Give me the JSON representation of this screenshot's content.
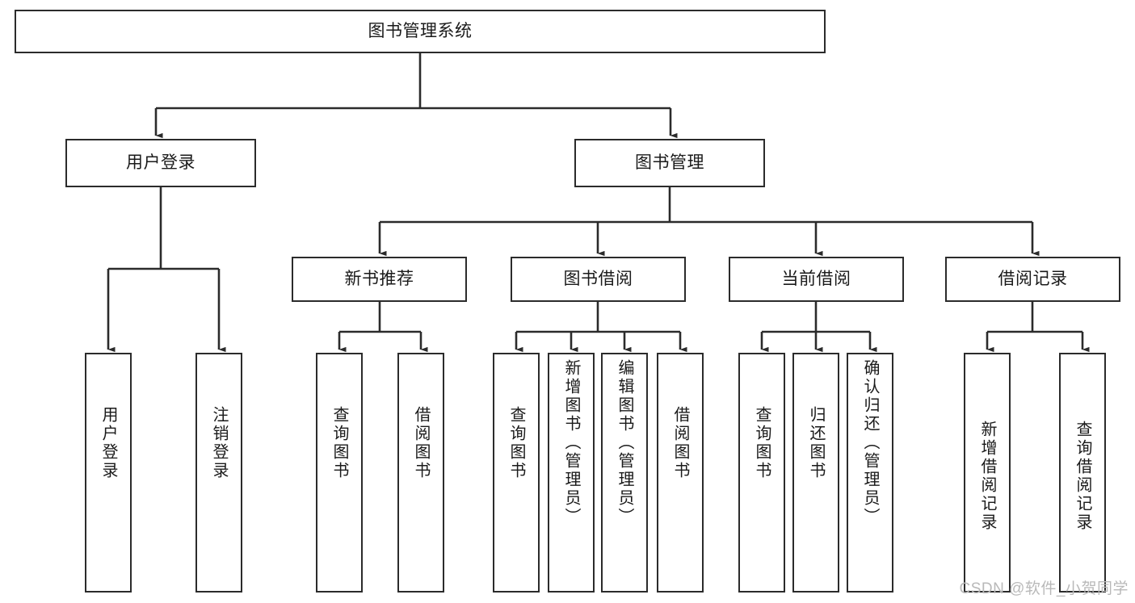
{
  "diagram": {
    "type": "tree-hierarchy-chart",
    "title": "图书管理系统",
    "stroke_color": "#2b2b2b",
    "text_color": "#1a1a1a",
    "background_color": "#ffffff",
    "levels": [
      {
        "level": 1,
        "nodes": [
          {
            "id": "root",
            "label": "图书管理系统",
            "orientation": "horizontal"
          }
        ]
      },
      {
        "level": 2,
        "nodes": [
          {
            "id": "user-login",
            "label": "用户登录",
            "orientation": "horizontal",
            "parent": "root"
          },
          {
            "id": "book-manage",
            "label": "图书管理",
            "orientation": "horizontal",
            "parent": "root"
          }
        ]
      },
      {
        "level": 3,
        "nodes": [
          {
            "id": "new-book-rec",
            "label": "新书推荐",
            "orientation": "horizontal",
            "parent": "book-manage"
          },
          {
            "id": "book-borrow",
            "label": "图书借阅",
            "orientation": "horizontal",
            "parent": "book-manage"
          },
          {
            "id": "current-borrow",
            "label": "当前借阅",
            "orientation": "horizontal",
            "parent": "book-manage"
          },
          {
            "id": "borrow-record",
            "label": "借阅记录",
            "orientation": "horizontal",
            "parent": "book-manage"
          }
        ]
      },
      {
        "level": 4,
        "nodes": [
          {
            "id": "leaf-user-login",
            "label": "用户登录",
            "orientation": "vertical",
            "parent": "user-login"
          },
          {
            "id": "leaf-user-logout",
            "label": "注销登录",
            "orientation": "vertical",
            "parent": "user-login"
          },
          {
            "id": "leaf-query-book-1",
            "label": "查询图书",
            "orientation": "vertical",
            "parent": "new-book-rec"
          },
          {
            "id": "leaf-borrow-book-1",
            "label": "借阅图书",
            "orientation": "vertical",
            "parent": "new-book-rec"
          },
          {
            "id": "leaf-query-book-2",
            "label": "查询图书",
            "orientation": "vertical",
            "parent": "book-borrow"
          },
          {
            "id": "leaf-add-book",
            "label": "新增图书（管理员）",
            "orientation": "vertical",
            "parent": "book-borrow"
          },
          {
            "id": "leaf-edit-book",
            "label": "编辑图书（管理员）",
            "orientation": "vertical",
            "parent": "book-borrow"
          },
          {
            "id": "leaf-borrow-book-2",
            "label": "借阅图书",
            "orientation": "vertical",
            "parent": "book-borrow"
          },
          {
            "id": "leaf-query-book-3",
            "label": "查询图书",
            "orientation": "vertical",
            "parent": "current-borrow"
          },
          {
            "id": "leaf-return-book",
            "label": "归还图书",
            "orientation": "vertical",
            "parent": "current-borrow"
          },
          {
            "id": "leaf-confirm-return",
            "label": "确认归还（管理员）",
            "orientation": "vertical",
            "parent": "current-borrow"
          },
          {
            "id": "leaf-add-record",
            "label": "新增借阅记录",
            "orientation": "vertical",
            "parent": "borrow-record"
          },
          {
            "id": "leaf-query-record",
            "label": "查询借阅记录",
            "orientation": "vertical",
            "parent": "borrow-record"
          }
        ]
      }
    ]
  },
  "watermark": {
    "text": "CSDN @软件_小贺同学",
    "color": "#b9b9b9"
  }
}
